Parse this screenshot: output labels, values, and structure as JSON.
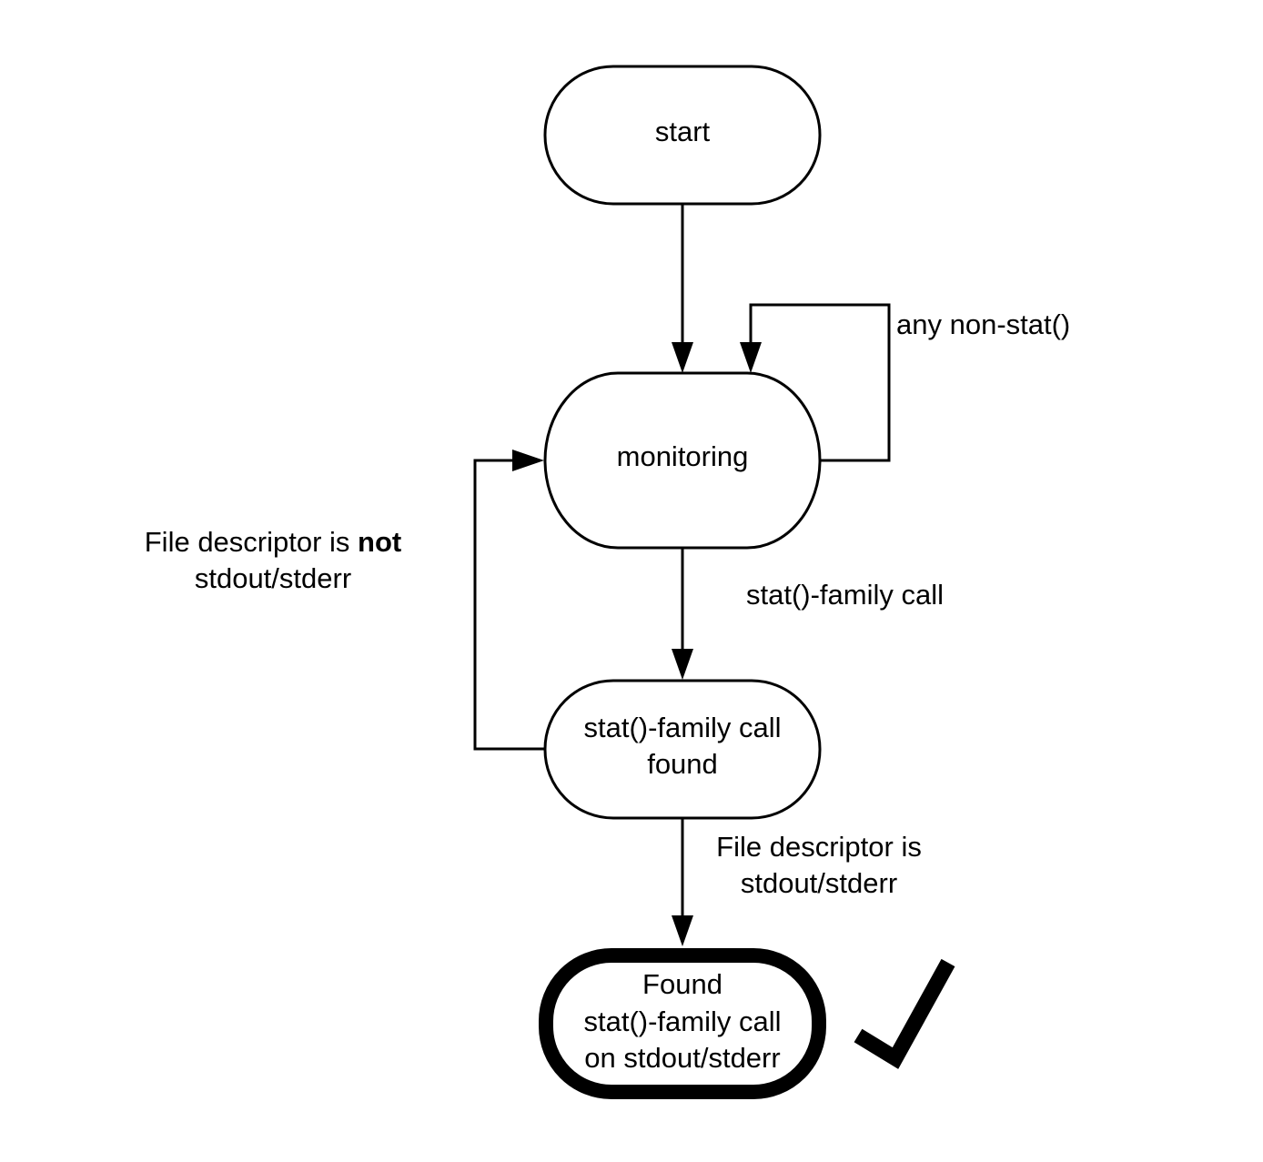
{
  "nodes": {
    "start": {
      "label": "start"
    },
    "monitoring": {
      "label": "monitoring"
    },
    "found": {
      "line1": "stat()-family call",
      "line2": "found"
    },
    "final": {
      "line1": "Found",
      "line2": "stat()-family call",
      "line3": "on stdout/stderr"
    }
  },
  "edges": {
    "self_loop": {
      "label": "any non-stat()"
    },
    "to_found": {
      "label": "stat()-family call"
    },
    "back_to_monitoring": {
      "line1_prefix": "File descriptor is ",
      "line1_bold": "not",
      "line2": "stdout/stderr"
    },
    "to_final": {
      "line1": "File descriptor is",
      "line2": "stdout/stderr"
    }
  },
  "icons": {
    "success": "checkmark-icon"
  },
  "colors": {
    "stroke": "#000000",
    "background": "#ffffff"
  }
}
